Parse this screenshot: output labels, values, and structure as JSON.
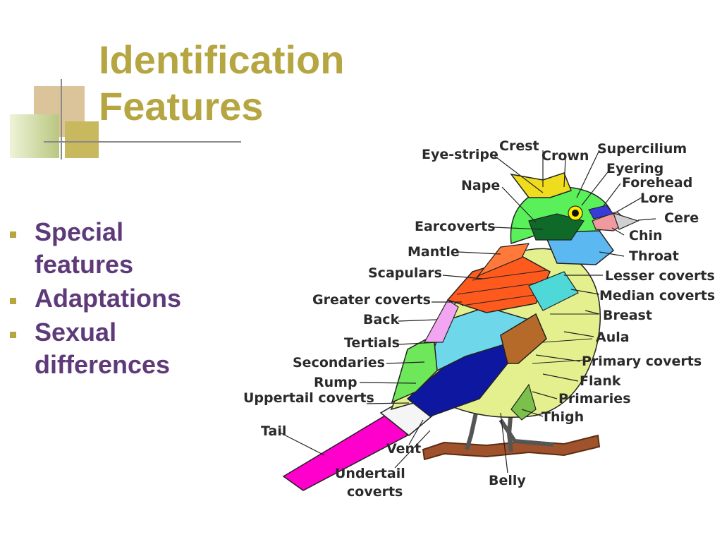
{
  "title": {
    "line1": "Identification",
    "line2": "Features"
  },
  "bullets": [
    "Special features",
    "Adaptations",
    "Sexual differences"
  ],
  "colors": {
    "title": "#b5a642",
    "bullet_text": "#5e3a7a",
    "bullet_marker": "#b5a642"
  },
  "diagram": {
    "labels": {
      "eye_stripe": "Eye-stripe",
      "crest": "Crest",
      "crown": "Crown",
      "supercilium": "Supercilium",
      "eyering": "Eyering",
      "forehead": "Forehead",
      "nape": "Nape",
      "lore": "Lore",
      "cere": "Cere",
      "earcoverts": "Earcoverts",
      "chin": "Chin",
      "mantle": "Mantle",
      "throat": "Throat",
      "scapulars": "Scapulars",
      "lesser_coverts": "Lesser coverts",
      "greater_coverts": "Greater coverts",
      "median_coverts": "Median coverts",
      "back": "Back",
      "breast": "Breast",
      "aula": "Aula",
      "tertials": "Tertials",
      "secondaries": "Secondaries",
      "primary_coverts": "Primary coverts",
      "rump": "Rump",
      "flank": "Flank",
      "uppertail_coverts": "Uppertail coverts",
      "primaries": "Primaries",
      "thigh": "Thigh",
      "tail": "Tail",
      "vent": "Vent",
      "undertail_coverts_1": "Undertail",
      "undertail_coverts_2": "coverts",
      "belly": "Belly"
    }
  }
}
